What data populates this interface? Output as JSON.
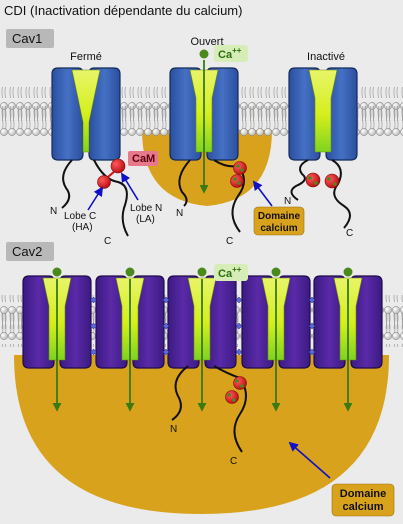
{
  "title": "CDI (Inactivation dépendante du calcium)",
  "cav1": {
    "label": "Cav1",
    "states": [
      "Fermé",
      "Ouvert",
      "Inactivé"
    ],
    "ca_label": "Ca",
    "ca_charge": "++",
    "cam_label": "CaM",
    "lobe_c": [
      "Lobe C",
      "(HA)"
    ],
    "lobe_n": [
      "Lobe N",
      "(LA)"
    ],
    "domain": [
      "Domaine",
      "calcium"
    ],
    "n_label": "N",
    "c_label": "C"
  },
  "cav2": {
    "label": "Cav2",
    "ca_label": "Ca",
    "ca_charge": "++",
    "domain": [
      "Domaine",
      "calcium"
    ],
    "n_label": "N",
    "c_label": "C"
  },
  "colors": {
    "background": "#ebebeb",
    "cav1_channel": "#3d63b4",
    "cav2_channel": "#4a2596",
    "pore": "#d4ef1a",
    "calcium_domain": "#d9a21d",
    "calmodulin": "#d5131b",
    "calcium_ion": "#4a8a1c",
    "arrow_blue": "#1010c8"
  }
}
